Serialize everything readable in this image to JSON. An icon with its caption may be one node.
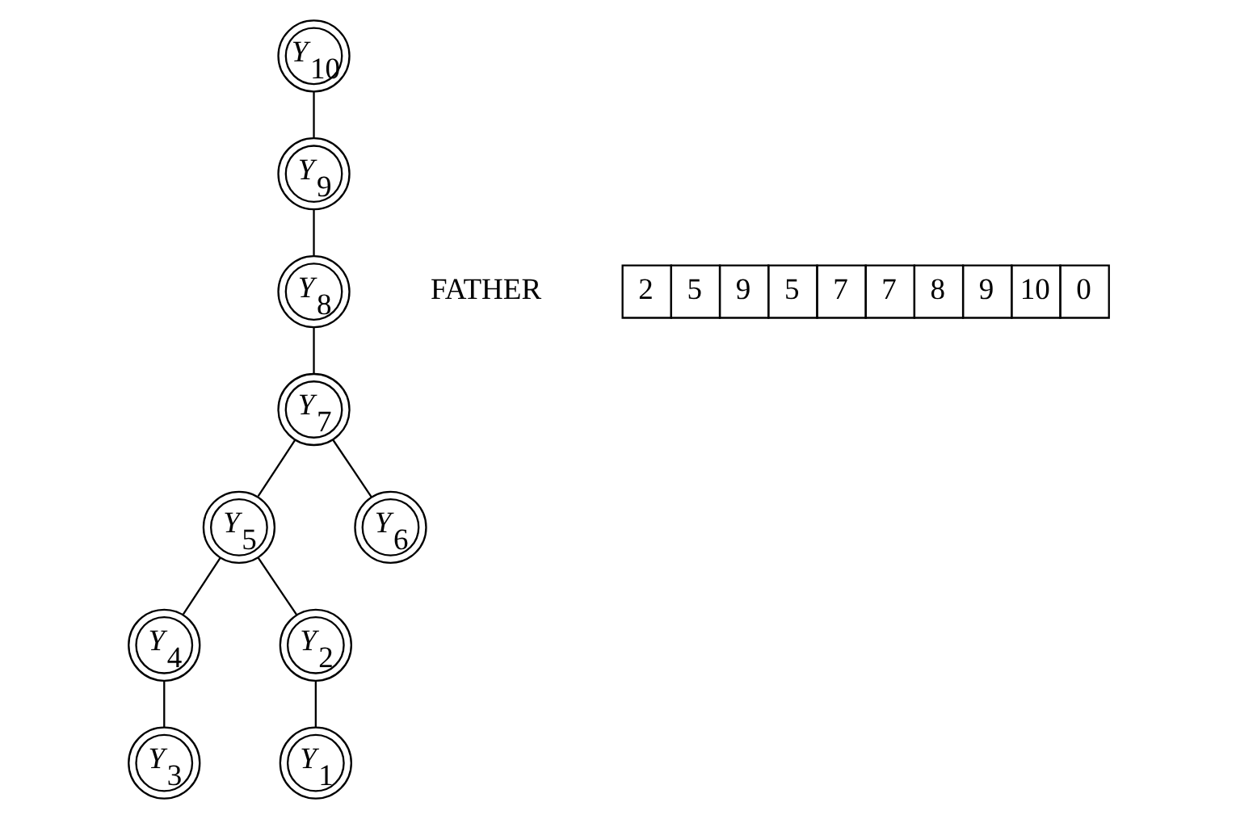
{
  "diagram": {
    "nodes": [
      {
        "text": [
          "Y$_{10}$"
        ]
      },
      {
        "text": [
          "Y$_{9}$"
        ]
      },
      {
        "text": [
          "Y$_{8}$"
        ]
      },
      {
        "text": [
          "Y$_{7}$"
        ]
      },
      {
        "text": [
          "Y$_{5}$"
        ]
      },
      {
        "text": [
          "Y$_{6}$"
        ]
      },
      {
        "text": [
          "Y$_{4}$"
        ]
      },
      {
        "text": [
          "Y$_{2}$"
        ]
      },
      {
        "text": [
          "Y$_{3}$"
        ]
      },
      {
        "text": [
          "Y$_{1}$"
        ]
      }
    ],
    "edges": [
      {
        "from": 0,
        "to": 1,
        "arrow": "none"
      },
      {
        "from": 1,
        "to": 2,
        "arrow": "none"
      },
      {
        "from": 2,
        "to": 3,
        "arrow": "none"
      },
      {
        "from": 3,
        "to": 4,
        "arrow": "none"
      },
      {
        "from": 3,
        "to": 5,
        "arrow": "none"
      },
      {
        "from": 4,
        "to": 6,
        "arrow": "none"
      },
      {
        "from": 4,
        "to": 7,
        "arrow": "none"
      },
      {
        "from": 6,
        "to": 8,
        "arrow": "none"
      },
      {
        "from": 7,
        "to": 9,
        "arrow": "none"
      }
    ],
    "labels": [
      "FATHER",
      "2",
      "5",
      "9",
      "5",
      "7",
      "7",
      "8",
      "9",
      "10",
      "0"
    ]
  }
}
